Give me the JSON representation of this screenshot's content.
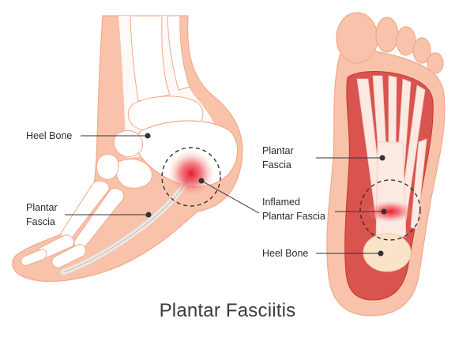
{
  "title": "Plantar Fasciitis",
  "side_view": {
    "labels": {
      "heel_bone": "Heel Bone",
      "plantar_fascia_line1": "Plantar",
      "plantar_fascia_line2": "Fascia"
    }
  },
  "sole_view": {
    "labels": {
      "plantar_fascia_line1": "Plantar",
      "plantar_fascia_line2": "Fascia",
      "inflamed_line1": "Inflamed",
      "inflamed_line2": "Plantar Fascia",
      "heel_bone": "Heel Bone"
    }
  },
  "colors": {
    "skin": "#f8c3aa",
    "skin_outline": "#f2a98a",
    "bone": "#ffffff",
    "muscle": "#d9534f",
    "muscle_dark": "#c0392b",
    "heel_pad": "#fbe3c9",
    "inflammation": "#e8192c",
    "leader": "#333333"
  }
}
